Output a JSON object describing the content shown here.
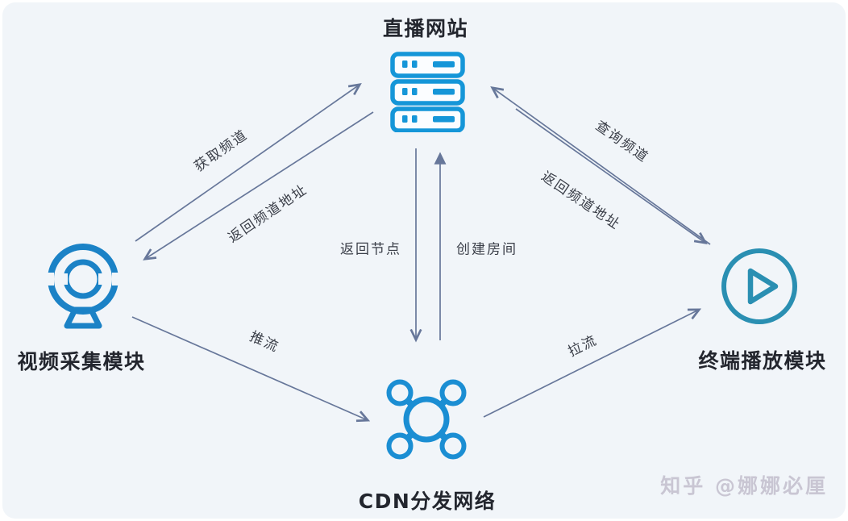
{
  "diagram": {
    "title_hint": "live-streaming architecture flow",
    "nodes": {
      "server": {
        "label": "直播网站",
        "icon": "server-icon"
      },
      "capture": {
        "label": "视频采集模块",
        "icon": "webcam-icon"
      },
      "player": {
        "label": "终端播放模块",
        "icon": "play-icon"
      },
      "cdn": {
        "label": "CDN分发网络",
        "icon": "network-hub-icon"
      }
    },
    "edges": [
      {
        "label": "获取频道",
        "from": "capture",
        "to": "server"
      },
      {
        "label": "返回频道地址",
        "from": "server",
        "to": "capture"
      },
      {
        "label": "返回节点",
        "from": "server",
        "to": "cdn"
      },
      {
        "label": "创建房间",
        "from": "cdn",
        "to": "server"
      },
      {
        "label": "查询频道",
        "from": "player",
        "to": "server"
      },
      {
        "label": "返回频道地址",
        "from": "server",
        "to": "player"
      },
      {
        "label": "推流",
        "from": "capture",
        "to": "cdn"
      },
      {
        "label": "拉流",
        "from": "cdn",
        "to": "player"
      }
    ],
    "watermark": "知乎 @娜娜必厘",
    "colors": {
      "background": "#f1f5f9",
      "icon_server_blue": "#1596d8",
      "icon_webcam_blue": "#1b82c6",
      "icon_play_teal": "#2a8fb2",
      "icon_cdn_blue": "#1b8ed3",
      "arrow": "#5c6d92",
      "edge_label_text": "#3a3e48",
      "node_title_text": "#23262e",
      "watermark_text": "#c9c6d3"
    }
  }
}
